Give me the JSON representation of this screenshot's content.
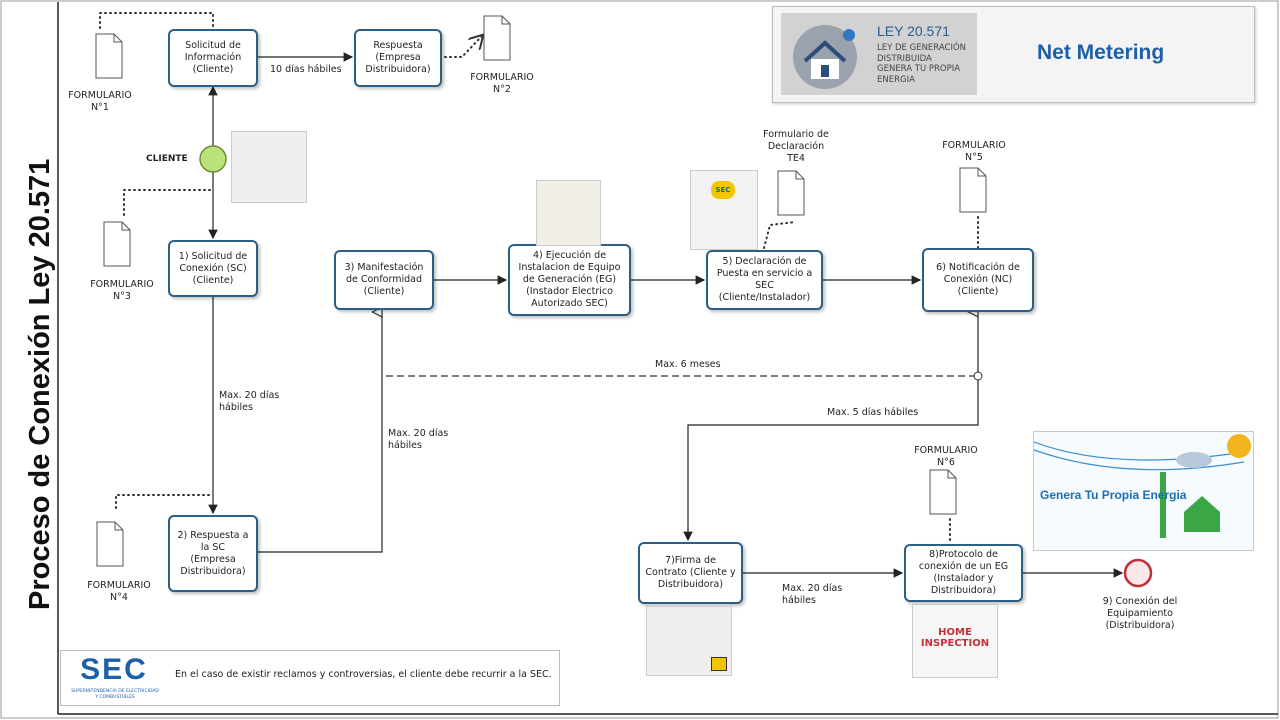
{
  "title": "Proceso de Conexión Ley 20.571",
  "header": {
    "ley_title": "LEY 20.571",
    "ley_subtitle": "LEY DE GENERACIÓN\nDISTRIBUIDA\nGENERA TU PROPIA\nENERGIA",
    "brand": "Net Metering"
  },
  "start_event": "CLIENTE",
  "tasks": {
    "solicitud_informacion": "Solicitud de\nInformación\n(Cliente)",
    "respuesta": "Respuesta\n(Empresa\nDistribuidora)",
    "t1": "1) Solicitud de\nConexión (SC)\n(Cliente)",
    "t2": "2) Respuesta a\nla SC\n(Empresa\nDistribuidora)",
    "t3": "3) Manifestación\nde Conformidad\n(Cliente)",
    "t4": "4) Ejecución de\nInstalacion de Equipo\nde Generación (EG)\n(Instador Electrico\nAutorizado SEC)",
    "t5": "5) Declaración de\nPuesta en servicio  a\nSEC\n(Cliente/Instalador)",
    "t6": "6) Notificación de\nConexión (NC)\n(Cliente)",
    "t7": "7)Firma de\nContrato (Cliente y\nDistribuidora)",
    "t8": "8)Protocolo de\nconexión de un EG\n(Instalador y\nDistribuidora)"
  },
  "end_event": "9) Conexión del\nEquipamiento\n(Distribuidora)",
  "documents": {
    "f1": "FORMULARIO\nN°1",
    "f2": "FORMULARIO\nN°2",
    "f3": "FORMULARIO\nN°3",
    "f4": "FORMULARIO\nN°4",
    "te4": "Formulario de\nDeclaración\nTE4",
    "f5": "FORMULARIO\nN°5",
    "f6": "FORMULARIO\nN°6"
  },
  "flow_labels": {
    "ten_days": "10 días hábiles",
    "max20_a": "Max. 20 días\nhábiles",
    "max20_b": "Max. 20 días\nhábiles",
    "max6": "Max. 6 meses",
    "max5": "Max. 5 días hábiles",
    "max20_c": "Max. 20 días\nhábiles"
  },
  "footer": {
    "sec_logo": "SEC",
    "sec_sub": "SUPERINTENDENCIA DE ELECTRICIDAD\nY COMBUSTIBLES",
    "note": "En el caso de existir reclamos y controversias, el cliente debe recurrir a la SEC."
  },
  "images": {
    "gtpe": "Genera Tu Propia Energia",
    "home_inspection": "HOME INSPECTION",
    "sec_badge": "SEC"
  },
  "colors": {
    "task_border": "#2b5f86",
    "start_fill": "#b9e27a",
    "end_border": "#c0303a",
    "brand_blue": "#1f5fa8"
  }
}
